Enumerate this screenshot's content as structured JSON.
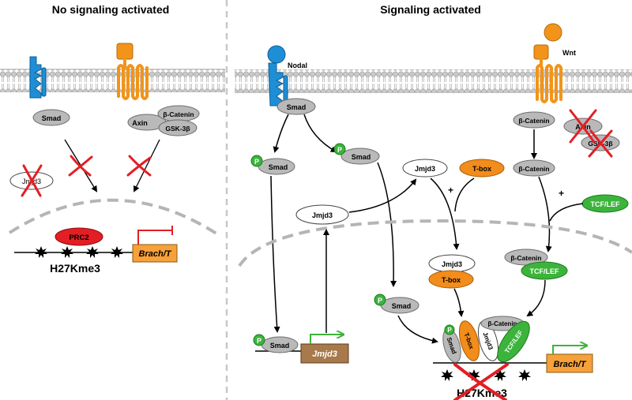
{
  "titles": {
    "left": "No signaling activated",
    "right": "Signaling activated"
  },
  "left_panel": {
    "smad": "Smad",
    "axin": "Axin",
    "beta_catenin": "β-Catenin",
    "gsk3b": "GSK-3β",
    "jmjd3": "Jmjd3",
    "prc2": "PRC2",
    "gene": "Brach/T",
    "mark": "H27Kme3"
  },
  "right_panel": {
    "nodal": "Nodal",
    "wnt": "Wnt",
    "smad_receptor": "Smad",
    "smad_p1": "Smad",
    "smad_p2": "Smad",
    "smad_p3": "Smad",
    "smad_promoter": "Smad",
    "p_label": "P",
    "jmjd3_top": "Jmjd3",
    "tbox_top": "T-box",
    "plus1": "+",
    "plus2": "+",
    "beta_catenin_1": "β-Catenin",
    "axin": "Axin",
    "gsk3b": "GSK-3β",
    "beta_catenin_2": "β-Catenin",
    "tcf_lef_top": "TCF/LEF",
    "jmjd3_mid": "Jmjd3",
    "jmjd3_nuc": "Jmjd3",
    "tbox_nuc": "T-box",
    "beta_catenin_nuc": "β-Catenin",
    "tcf_lef_nuc": "TCF/LEF",
    "jmjd3_gene": "Jmjd3",
    "complex_smad": "Smad",
    "complex_tbox": "T-box",
    "complex_jmjd3": "Jmjd3",
    "complex_beta": "β-Catenin",
    "complex_tcf": "TCF/LEF",
    "gene": "Brach/T",
    "mark": "H27Kme3"
  },
  "colors": {
    "blue_receptor": "#1e8fd6",
    "orange_receptor": "#f29419",
    "membrane_head": "#c9c9c9",
    "grey_protein": "#b9b9b9",
    "orange_protein": "#f28c1a",
    "green_protein": "#3cb43c",
    "red_prc2": "#e31e24",
    "cross_red": "#e31e24",
    "gene_box_orange": "#f7a13a",
    "gene_box_brown": "#a8794a",
    "arrow_green": "#3cb43c",
    "p_green": "#3cb43c"
  }
}
